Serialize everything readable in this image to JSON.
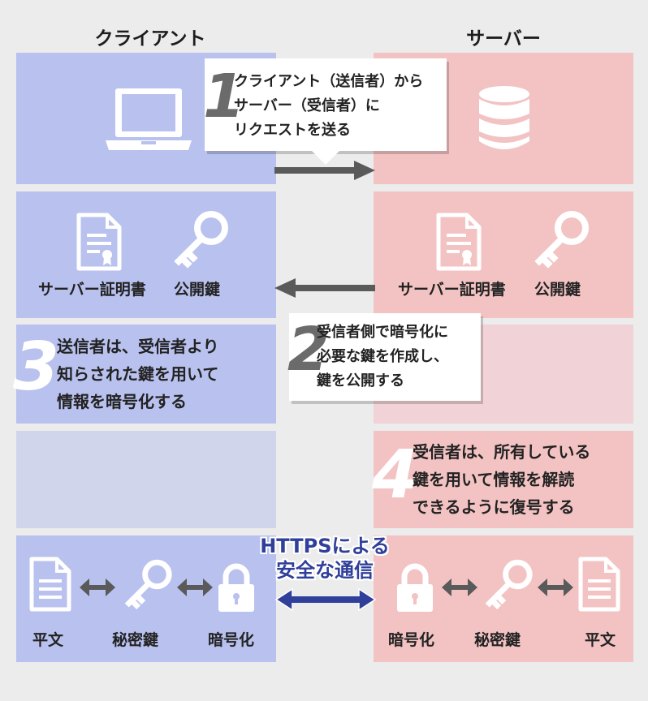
{
  "header": {
    "client": "クライアント",
    "server": "サーバー"
  },
  "step1": {
    "number": "1",
    "text": "クライアント（送信者）から\nサーバー（受信者）に\nリクエストを送る"
  },
  "step2": {
    "number": "2",
    "text": "受信者側で暗号化に\n必要な鍵を作成し、\n鍵を公開する"
  },
  "step3": {
    "number": "3",
    "text": "送信者は、受信者より\n知らされた鍵を用いて\n情報を暗号化する"
  },
  "step4": {
    "number": "4",
    "text": "受信者は、所有している\n鍵を用いて情報を解読\nできるように復号する"
  },
  "labels": {
    "certificate": "サーバー証明書",
    "public_key": "公開鍵",
    "plaintext": "平文",
    "secret_key": "秘密鍵",
    "encryption": "暗号化"
  },
  "https": {
    "text": "HTTPSによる\n安全な通信"
  },
  "colors": {
    "client_bg": "#b9c1ee",
    "server_bg": "#f3c3c3",
    "arrow_gray": "#5a5a5a",
    "https_blue": "#2f3f9a"
  }
}
